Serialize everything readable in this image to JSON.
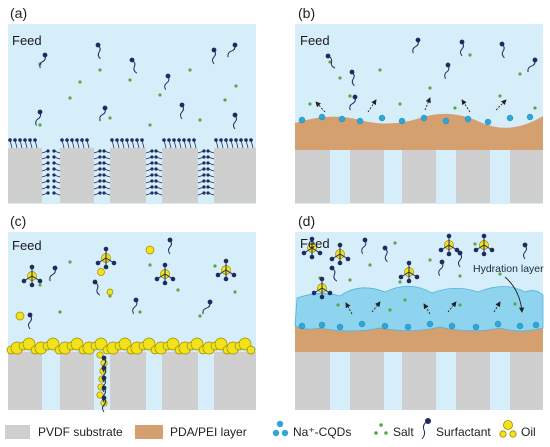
{
  "panels": [
    {
      "label": "(a)",
      "feed": "Feed"
    },
    {
      "label": "(b)",
      "feed": "Feed"
    },
    {
      "label": "(c)",
      "feed": "Feed"
    },
    {
      "label": "(d)",
      "feed": "Feed",
      "annotation": "Hydration layer"
    }
  ],
  "legend": [
    {
      "key": "pvdf",
      "label": "PVDF substrate"
    },
    {
      "key": "pda",
      "label": "PDA/PEI layer"
    },
    {
      "key": "cqd",
      "label": "Na⁺-CQDs"
    },
    {
      "key": "salt",
      "label": "Salt"
    },
    {
      "key": "surfactant",
      "label": "Surfactant"
    },
    {
      "key": "oil",
      "label": "Oil"
    }
  ],
  "colors": {
    "feed": "#d6eef9",
    "substrate": "#cfcfcf",
    "pda_layer": "#d4a070",
    "hydration_layer": "#8ed4ee",
    "cqd": "#2fa6d6",
    "salt": "#5aa64a",
    "surfactant": "#1f2b5c",
    "oil": "#f2e21a"
  }
}
